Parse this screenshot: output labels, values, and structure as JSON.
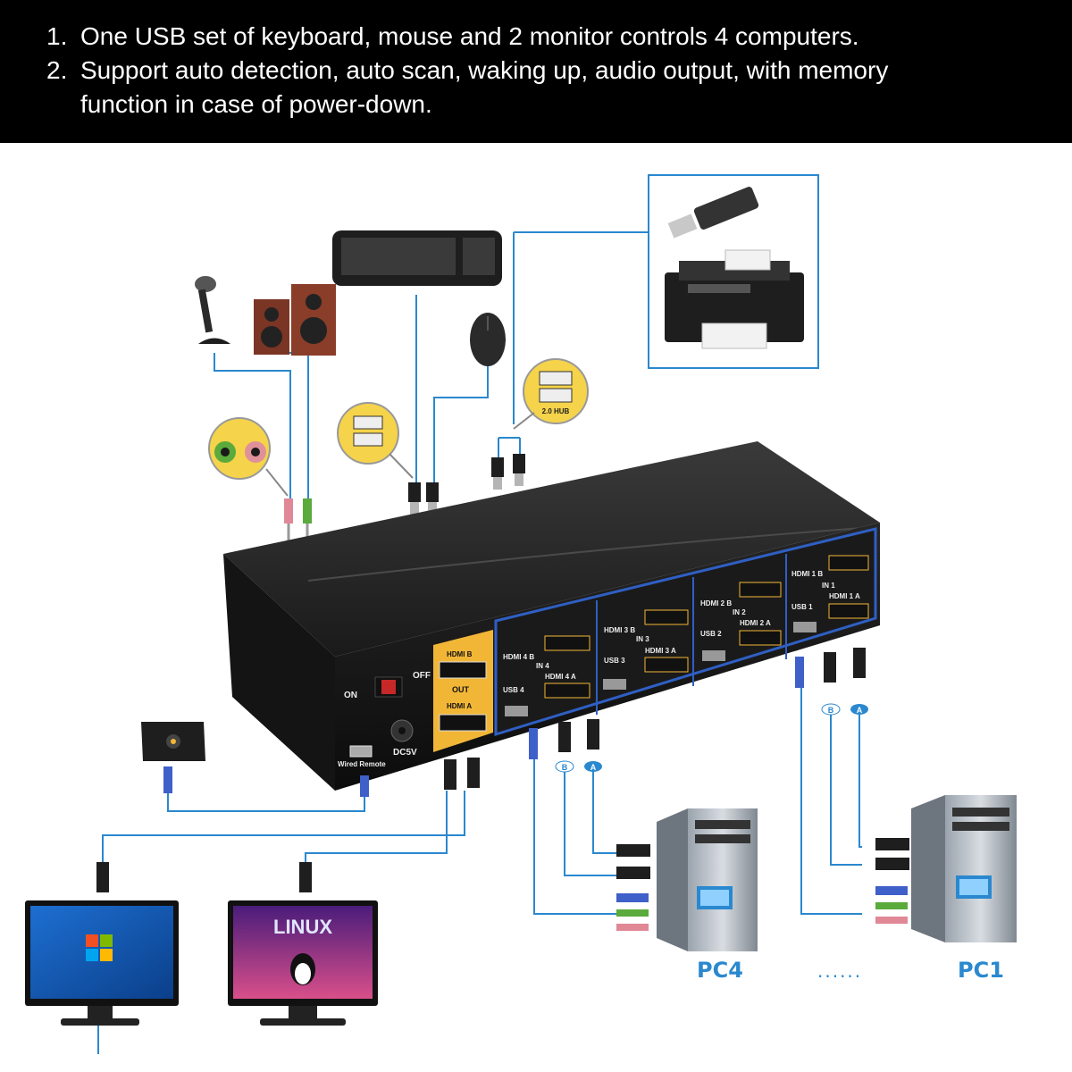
{
  "features": [
    {
      "num": "1.",
      "text": "One USB set of keyboard, mouse and 2 monitor controls 4 computers."
    },
    {
      "num": "2.",
      "text": "Support auto detection, auto scan, waking up, audio output, with memory"
    },
    {
      "num": "",
      "text": "function in case of power-down."
    }
  ],
  "kvm": {
    "switch_on": "ON",
    "switch_off": "OFF",
    "power": "DC5V",
    "remote_port": "Wired Remote",
    "out_label": "OUT",
    "out_hdmi_b": "HDMI B",
    "out_hdmi_a": "HDMI A",
    "inputs": [
      {
        "in": "IN 4",
        "hdmi_b": "HDMI 4 B",
        "hdmi_a": "HDMI 4 A",
        "usb": "USB 4"
      },
      {
        "in": "IN 3",
        "hdmi_b": "HDMI 3 B",
        "hdmi_a": "HDMI 3 A",
        "usb": "USB 3"
      },
      {
        "in": "IN 2",
        "hdmi_b": "HDMI 2 B",
        "hdmi_a": "HDMI 2 A",
        "usb": "USB 2"
      },
      {
        "in": "IN 1",
        "hdmi_b": "HDMI 1 B",
        "hdmi_a": "HDMI 1 A",
        "usb": "USB 1"
      }
    ]
  },
  "hub_label": "2.0 HUB",
  "cable_b": "B",
  "cable_a": "A",
  "monitor_linux": "LINUX",
  "pcs": {
    "left": "PC4",
    "right": "PC1",
    "dots": "......"
  },
  "colors": {
    "line": "#2a88cf",
    "port_panel": "#f2b637",
    "device": "#1e1e1e"
  }
}
